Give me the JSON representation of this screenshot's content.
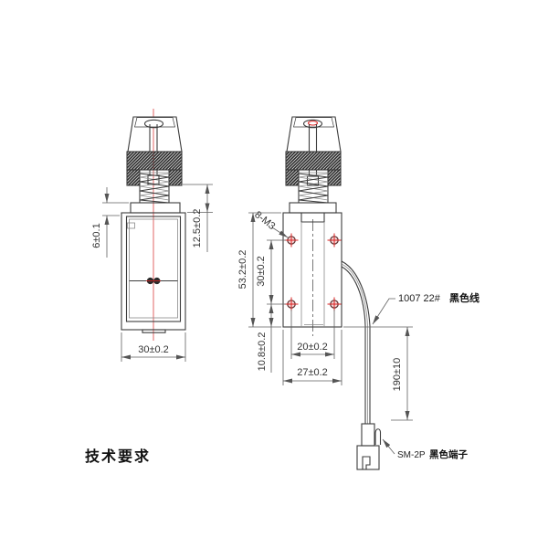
{
  "front_view": {
    "dim_plate_thickness": "6±0.1",
    "dim_stroke": "12.5±0.2",
    "dim_width": "30±0.2"
  },
  "side_view": {
    "thread_callout": "8-M3",
    "dim_height": "53.2±0.2",
    "dim_hole_pitch_v": "30±0.2",
    "dim_hole_edge": "10.8±0.2",
    "dim_hole_pitch_h": "20±0.2",
    "dim_width": "27±0.2",
    "dim_lead_length": "190±10"
  },
  "callouts": {
    "wire_spec": "1007 22#",
    "wire_color": "黑色线",
    "connector_spec": "SM-2P",
    "connector_color": "黑色端子"
  },
  "notes": {
    "tech_requirements": "技术要求"
  },
  "colors": {
    "object_line": "#3c3c3c",
    "centerline_red": "#e06666",
    "hole_accent": "#dd2222"
  }
}
